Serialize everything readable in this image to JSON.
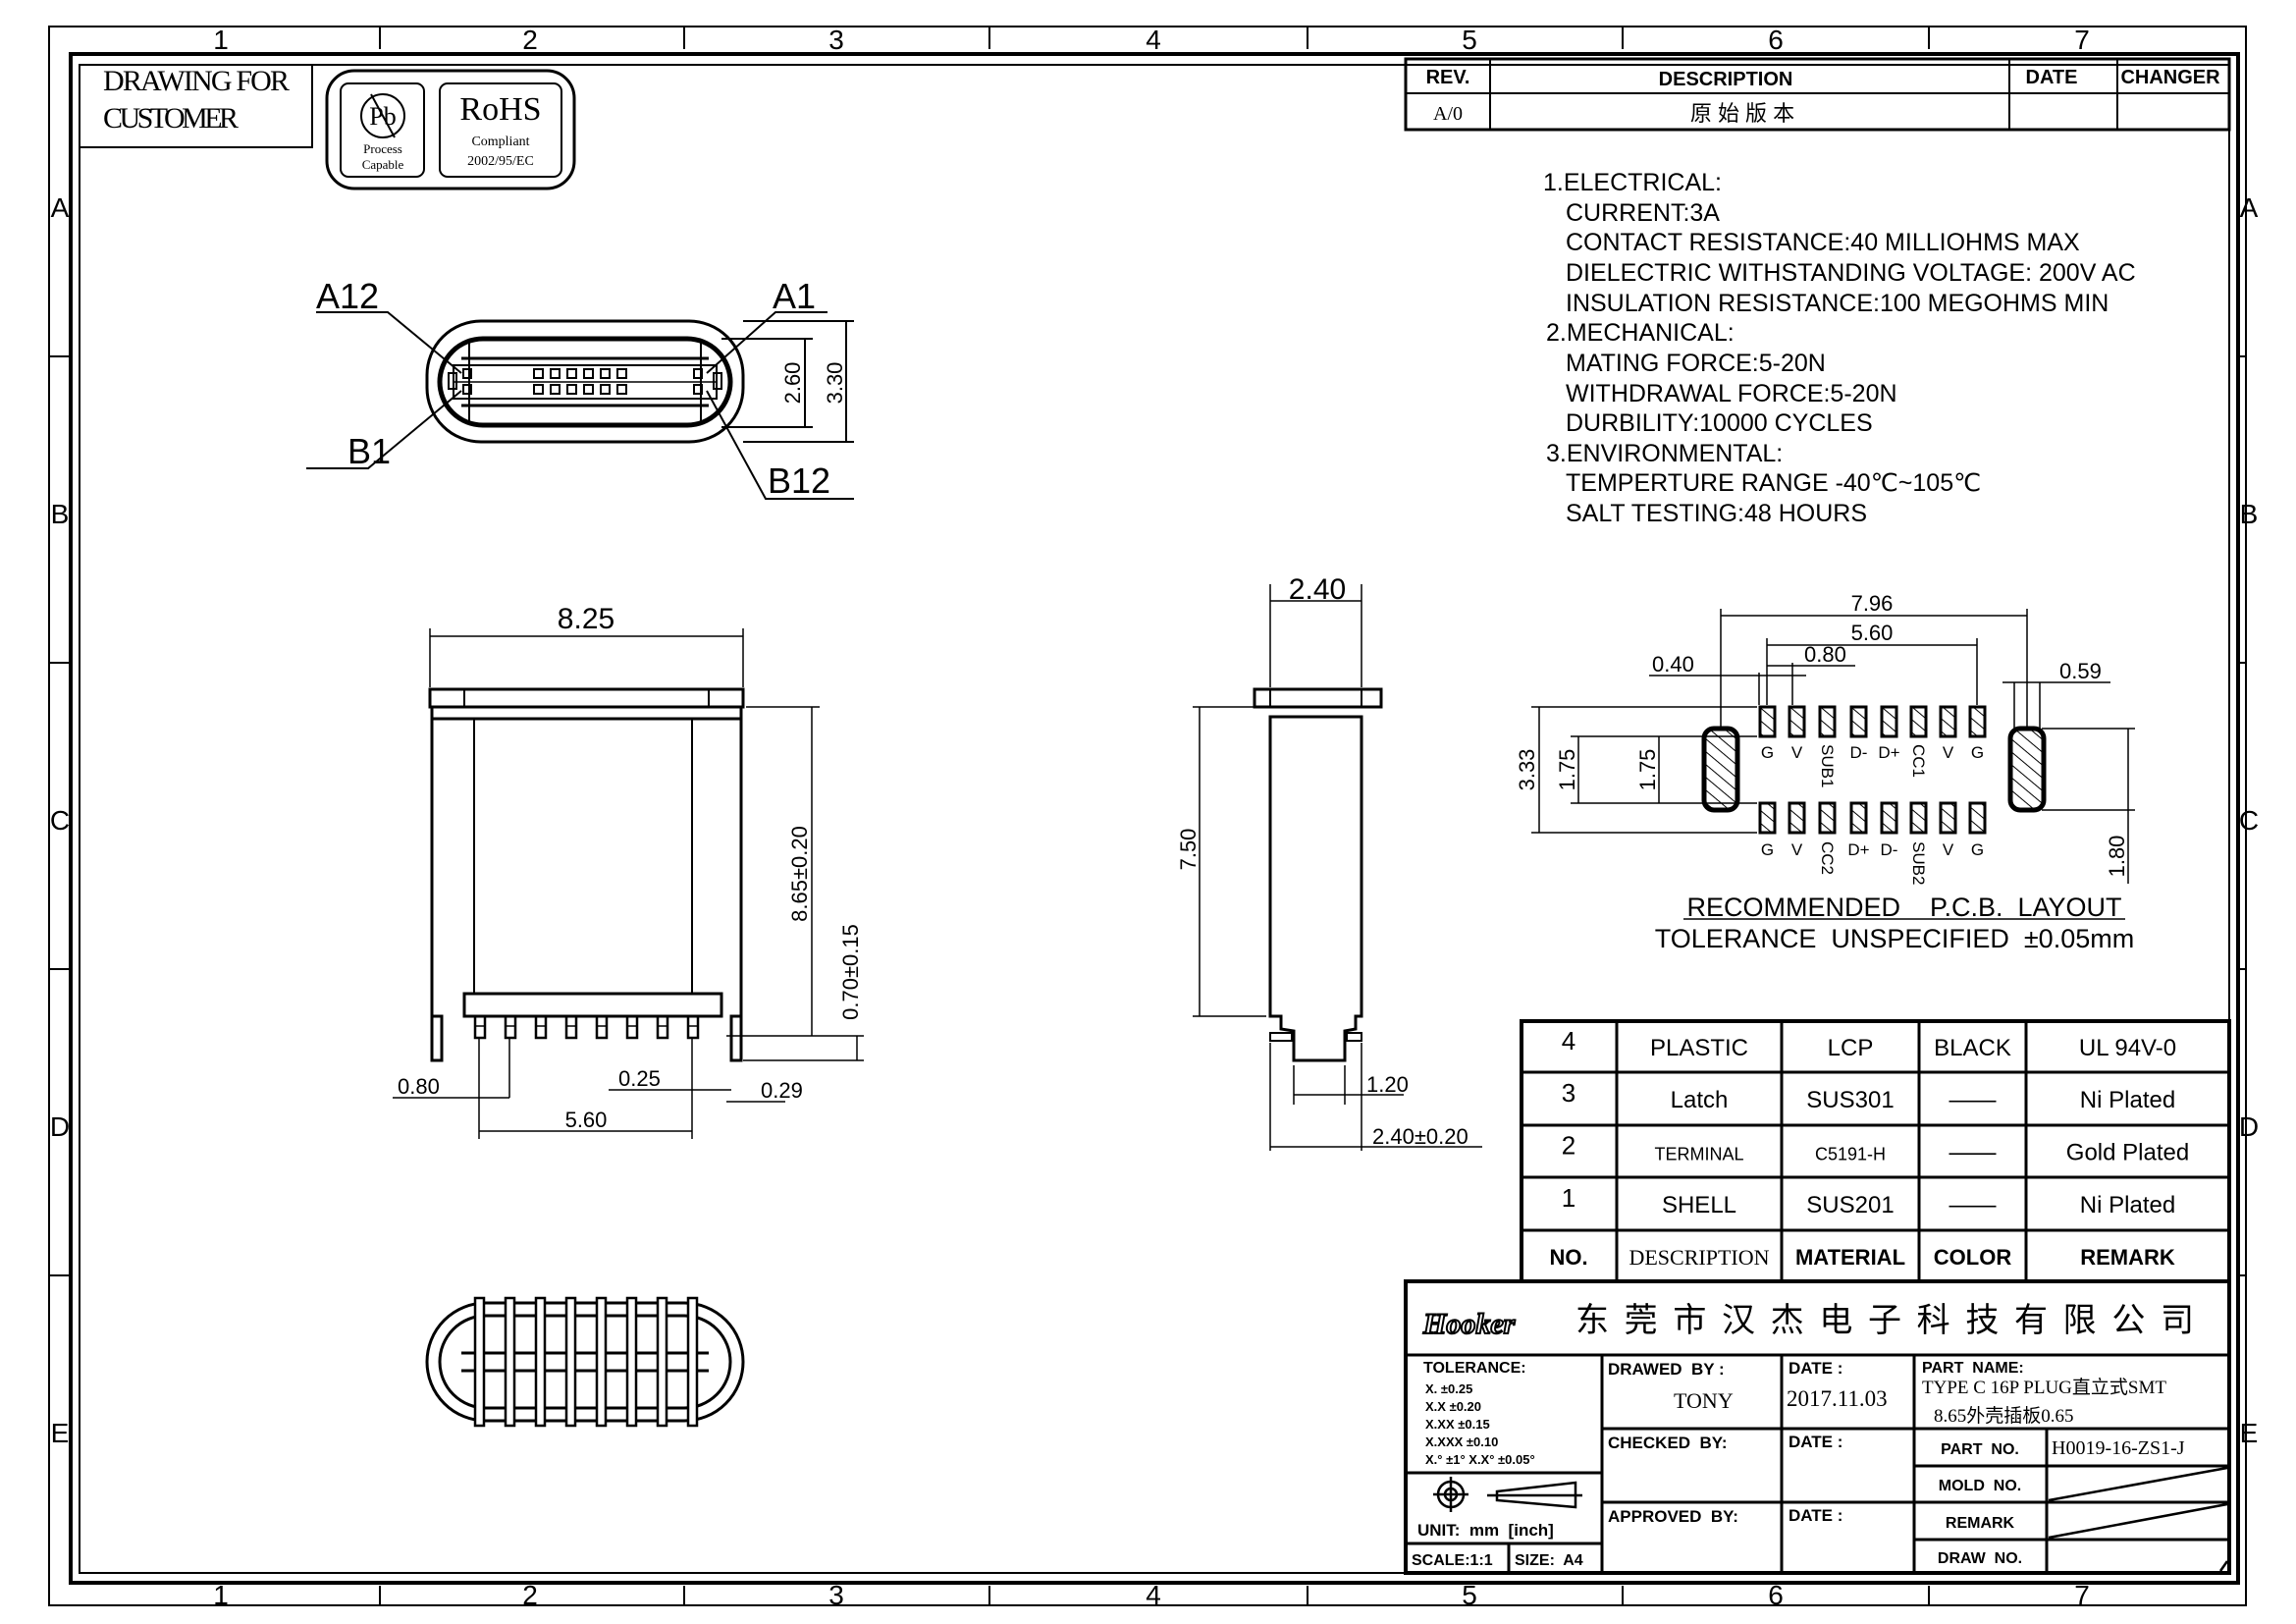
{
  "frame": {
    "columns": [
      "1",
      "2",
      "3",
      "4",
      "5",
      "6",
      "7"
    ],
    "rows": [
      "A",
      "B",
      "C",
      "D",
      "E"
    ]
  },
  "customer_box": {
    "line1": "DRAWING FOR",
    "line2": "CUSTOMER"
  },
  "rohs_badge": {
    "pb": "Pb",
    "pb_line1": "Process",
    "pb_line2": "Capable",
    "rohs": "RoHS",
    "rohs_line1": "Compliant",
    "rohs_line2": "2002/95/EC"
  },
  "revision": {
    "headers": [
      "REV.",
      "DESCRIPTION",
      "DATE",
      "CHANGER"
    ],
    "rows": [
      {
        "rev": "A/0",
        "description": "原 始 版 本",
        "date": "",
        "changer": ""
      }
    ]
  },
  "specs": [
    "1.ELECTRICAL:",
    "CURRENT:3A",
    "CONTACT  RESISTANCE:40  MILLIOHMS  MAX",
    "DIELECTRIC  WITHSTANDING  VOLTAGE:  200V  AC",
    "INSULATION  RESISTANCE:100  MEGOHMS  MIN",
    "2.MECHANICAL:",
    "MATING  FORCE:5-20N",
    "WITHDRAWAL  FORCE:5-20N",
    "DURBILITY:10000  CYCLES",
    "3.ENVIRONMENTAL:",
    "TEMPERTURE  RANGE  -40℃~105℃",
    "SALT  TESTING:48  HOURS"
  ],
  "front_view": {
    "a12": "A12",
    "a1": "A1",
    "b1": "B1",
    "b12": "B12",
    "dim_inner": "2.60",
    "dim_outer": "3.30"
  },
  "top_view": {
    "width": "8.25",
    "height": "8.65±0.20",
    "standoff": "0.70±0.15",
    "pitch": "0.80",
    "pin_width": "0.25",
    "leg": "0.29",
    "span": "5.60"
  },
  "side_view": {
    "width": "2.40",
    "height": "7.50",
    "neck": "1.20",
    "foot": "2.40±0.20"
  },
  "pcb_layout": {
    "dims": {
      "overall": "7.96",
      "span": "5.60",
      "pitch": "0.80",
      "pad": "0.40",
      "slot": "0.59",
      "row_span": "3.33",
      "gap_a": "1.75",
      "gap_b": "1.75",
      "slot_len": "1.80"
    },
    "top_labels": [
      "G",
      "V",
      "SUB1",
      "D-",
      "D+",
      "CC1",
      "V",
      "G"
    ],
    "bottom_labels": [
      "G",
      "V",
      "CC2",
      "D+",
      "D-",
      "SUB2",
      "V",
      "G"
    ],
    "title": "RECOMMENDED    P.C.B.  LAYOUT",
    "tolerance": "TOLERANCE  UNSPECIFIED  ±0.05mm"
  },
  "bom": {
    "headers": [
      "NO.",
      "DESCRIPTION",
      "MATERIAL",
      "COLOR",
      "REMARK"
    ],
    "rows": [
      [
        "4",
        "PLASTIC",
        "LCP",
        "BLACK",
        "UL  94V-0"
      ],
      [
        "3",
        "Latch",
        "SUS301",
        "——",
        "Ni  Plated"
      ],
      [
        "2",
        "TERMINAL",
        "C5191-H",
        "——",
        "Gold  Plated"
      ],
      [
        "1",
        "SHELL",
        "SUS201",
        "——",
        "Ni  Plated"
      ]
    ]
  },
  "title_block": {
    "logo": "Hooker",
    "company": "东 莞 市 汉 杰 电 子 科 技 有 限 公 司",
    "tolerance_label": "TOLERANCE:",
    "tolerances": [
      "X.      ±0.25",
      "X.X     ±0.20",
      "X.XX    ±0.15",
      "X.XXX  ±0.10",
      "X.° ±1°        X.X° ±0.05°"
    ],
    "unit": "UNIT:  mm  [inch]",
    "scale": "SCALE:1:1",
    "size": "SIZE:  A4",
    "drawed_by_label": "DRAWED  BY :",
    "drawed_by": "TONY",
    "checked_by_label": "CHECKED  BY:",
    "approved_by_label": "APPROVED  BY:",
    "date_label": "DATE :",
    "date": "2017.11.03",
    "part_name_label": "PART  NAME:",
    "part_name_line1": "TYPE C 16P PLUG直立式SMT",
    "part_name_line2": "8.65外壳插板0.65",
    "part_no_label": "PART  NO.",
    "part_no": "H0019-16-ZS1-J",
    "mold_no_label": "MOLD  NO.",
    "remark_label": "REMARK",
    "draw_no_label": "DRAW  NO."
  }
}
